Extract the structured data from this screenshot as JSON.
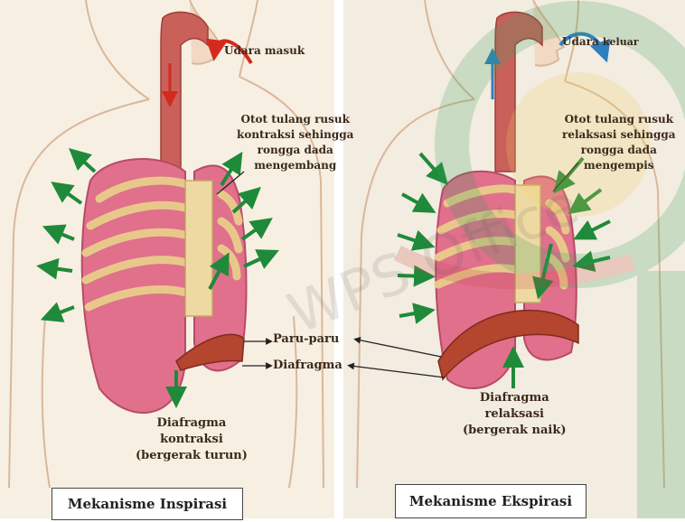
{
  "left_panel": {
    "label_air": "Udara masuk",
    "label_muscle_lines": [
      "Otot tulang rusuk",
      "kontraksi sehingga",
      "rongga dada",
      "mengembang"
    ],
    "label_diaphragm_lines": [
      "Diafragma",
      "kontraksi",
      "(bergerak turun)"
    ],
    "caption": "Mekanisme Inspirasi"
  },
  "right_panel": {
    "label_air_prefix": "Udara",
    "label_air_suffix": "keluar",
    "label_muscle_lines": [
      "Otot tulang rusuk",
      "relaksasi sehingga",
      "rongga dada",
      "mengempis"
    ],
    "label_diaphragm_lines": [
      "Diafragma",
      "relaksasi",
      "(bergerak naik)"
    ],
    "caption": "Mekanisme Ekspirasi"
  },
  "center_labels": {
    "lungs": "Paru-paru",
    "diaphragm": "Diafragma"
  },
  "watermark": "WPS Office",
  "colors": {
    "lung": "#e0708c",
    "lung_dark": "#b84a68",
    "rib": "#e8c88a",
    "diaphragm": "#b4452e",
    "arrow_green": "#1f8a3a",
    "arrow_red": "#d42a1e",
    "arrow_blue": "#2f7fc0",
    "skin_line": "#d9b89a"
  }
}
